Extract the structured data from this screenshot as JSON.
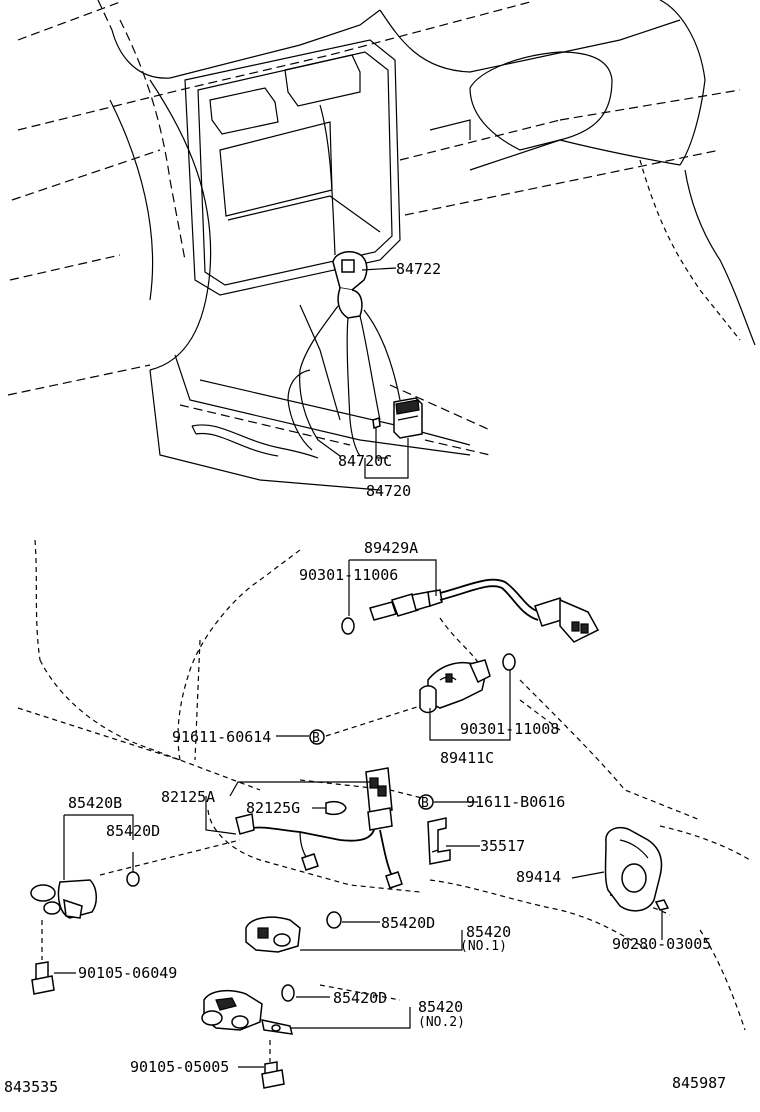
{
  "labels": {
    "p84722": "84722",
    "p84720c": "84720C",
    "p84720": "84720",
    "p89429a": "89429A",
    "p90301_11006": "90301-11006",
    "p91611_60614": "91611-60614",
    "p90301_11008": "90301-11008",
    "p89411c": "89411C",
    "p82125a": "82125A",
    "p82125g": "82125G",
    "p91611_b0616": "91611-B0616",
    "p85420b": "85420B",
    "p85420d_a": "85420D",
    "p35517": "35517",
    "p89414": "89414",
    "p85420d_b": "85420D",
    "p85420_no1": "85420",
    "no1": "(NO.1)",
    "p90280_03005": "90280-03005",
    "p90105_06049": "90105-06049",
    "p85420d_c": "85420D",
    "p85420_no2": "85420",
    "no2": "(NO.2)",
    "p90105_05005": "90105-05005",
    "fig_left": "843535",
    "fig_right": "845987",
    "marker_b1": "B",
    "marker_b2": "B"
  }
}
